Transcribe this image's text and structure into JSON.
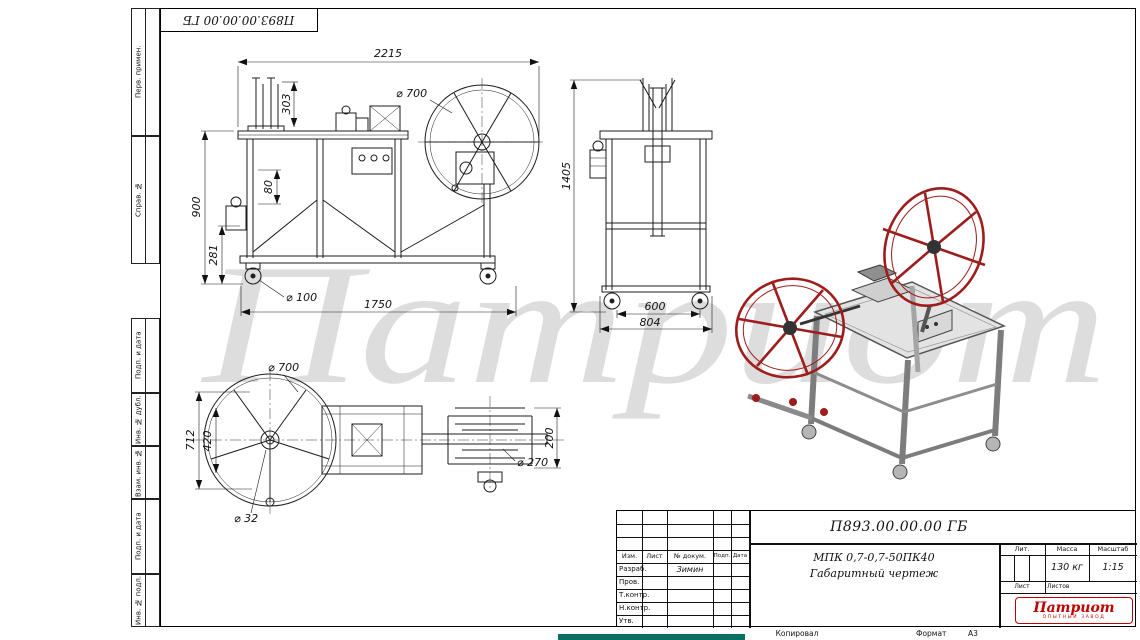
{
  "doc": {
    "number": "П893.00.00.00 ГБ",
    "title_line1": "МПК 0,7-0,7-50ПК40",
    "title_line2": "Габаритный чертеж",
    "watermark": "Патриот"
  },
  "margin_labels": {
    "perv": "Перв. примен.",
    "sprav": "Справ. №",
    "podp1": "Подп. и дата",
    "inv_dubl": "Инв. № дубл.",
    "vzam": "Взам. инв. №",
    "podp2": "Подп. и дата",
    "inv_podl": "Инв. № подл."
  },
  "dims": {
    "side": {
      "w2215": "2215",
      "h303": "303",
      "d700": "⌀ 700",
      "h900": "900",
      "h80": "80",
      "h281": "281",
      "d100": "⌀ 100",
      "w1750": "1750"
    },
    "front": {
      "h1405": "1405",
      "w600": "600",
      "w804": "804"
    },
    "top": {
      "h712": "712",
      "h420": "420",
      "d700": "⌀ 700",
      "d32": "⌀ 32",
      "d270": "⌀ 270",
      "h200": "200"
    }
  },
  "title_block": {
    "header_cols": {
      "izm": "Изм.",
      "list": "Лист",
      "dok": "№ докум.",
      "podp": "Подп.",
      "data": "Дата"
    },
    "rows": {
      "razrab": "Разраб.",
      "prov": "Пров.",
      "tkontr": "Т.контр.",
      "nkontr": "Н.контр.",
      "utv": "Утв."
    },
    "razrab_name": "Зимин",
    "lit_label": "Лит.",
    "massa_label": "Масса",
    "masshtab_label": "Масштаб",
    "massa_value": "130 кг",
    "masshtab_value": "1:15",
    "list_label": "Лист",
    "listov_label": "Листов",
    "logo_text": "Патриот",
    "logo_sub": "опытный завод"
  },
  "footer": {
    "kopiroval": "Копировал",
    "format_label": "Формат",
    "format_value": "А3"
  }
}
